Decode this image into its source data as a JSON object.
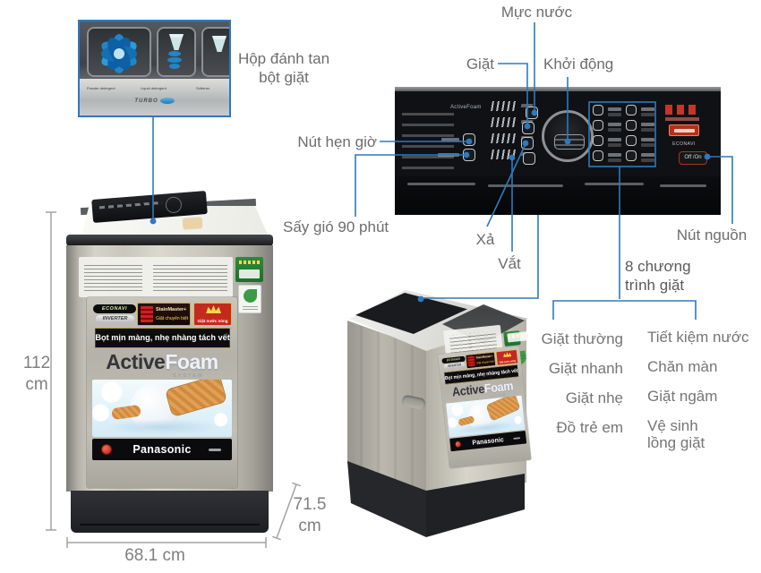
{
  "colors": {
    "accent_blue": "#2e79be",
    "label_gray": "#6d6d6d",
    "dim_gray": "#a3a3a3",
    "brand_red": "#c5291d",
    "energy_green": "#2e7d32"
  },
  "callouts": {
    "detergent_line1": "Hộp đánh tan",
    "detergent_line2": "bột giặt",
    "water_level": "Mực nước",
    "wash": "Giặt",
    "start": "Khởi động",
    "timer": "Nút hẹn giờ",
    "air_dry": "Sấy gió 90 phút",
    "drain": "Xả",
    "spin": "Vắt",
    "power": "Nút nguồn",
    "programs_line1": "8 chương",
    "programs_line2": "trình giặt"
  },
  "programs": {
    "left": [
      "Giặt thường",
      "Giặt nhanh",
      "Giặt nhẹ",
      "Đồ trẻ em"
    ],
    "right": [
      "Tiết kiệm nước",
      "Chăn màn",
      "Giặt ngâm",
      "Vệ sinh lồng giặt"
    ]
  },
  "dimensions": {
    "height_value": "112",
    "height_unit": "cm",
    "width_label": "68.1 cm",
    "depth_value": "71.5",
    "depth_unit": "cm"
  },
  "machine_label": {
    "badge_econavi": "ECONAVI",
    "badge_inverter": "INVERTER",
    "badge_stainmaster": "StainMaster+",
    "badge_stainmaster_sub": "Giặt chuyên biệt",
    "badge_hotwash": "Giặt nước nóng",
    "banner": "Bọt mịn màng, nhẹ nhàng tách vết bẩn",
    "title_active": "Active",
    "title_foam": "Foam",
    "title_system": "SYSTEM",
    "brand": "Panasonic"
  },
  "dispenser": {
    "powder_label": "Powder detergent",
    "liquid_label": "Liquid detergent",
    "softener_label": "Softener",
    "turbo_label": "TURBO"
  },
  "panel": {
    "activefoam_logo": "ActiveFoam",
    "econavi_label": "ECONAVI",
    "onoff_label": "Off /On"
  }
}
